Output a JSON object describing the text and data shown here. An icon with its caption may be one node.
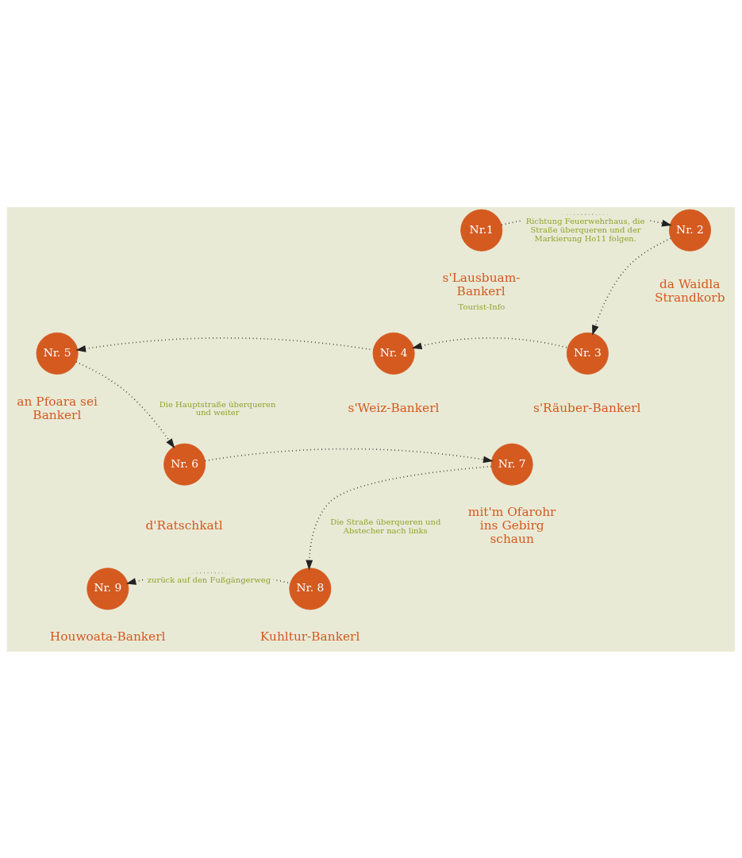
{
  "diagram": {
    "nodes": [
      {
        "text": [
          "Nr.1"
        ],
        "beside": [
          "s'Lausbuam-Bankerl",
          "Tourist-Info"
        ]
      },
      {
        "text": [
          "Nr. 2"
        ],
        "beside": [
          "da Waidla Strandkorb"
        ]
      },
      {
        "text": [
          "Nr. 3"
        ],
        "beside": [
          "s'Räuber-Bankerl"
        ]
      },
      {
        "text": [
          "Nr. 4"
        ],
        "beside": [
          "s'Weiz-Bankerl"
        ]
      },
      {
        "text": [
          "Nr. 5"
        ],
        "beside": [
          "an Pfoara sei Bankerl"
        ]
      },
      {
        "text": [
          "Nr. 6"
        ],
        "beside": [
          "d'Ratschkatl"
        ]
      },
      {
        "text": [
          "Nr. 7"
        ],
        "beside": [
          "mit'm Ofarohr ins Gebirg schaun"
        ]
      },
      {
        "text": [
          "Nr. 8"
        ],
        "beside": [
          "Kuhltur-Bankerl"
        ]
      },
      {
        "text": [
          "Nr. 9"
        ],
        "beside": [
          "Houwoata-Bankerl"
        ]
      }
    ],
    "edges": [
      {
        "from": 0,
        "to": 1,
        "arrow": "to",
        "label": "Richtung Feuerwehrhaus, die Straße überqueren und der Markierung Ho11 folgen."
      },
      {
        "from": 1,
        "to": 2,
        "arrow": "to"
      },
      {
        "from": 2,
        "to": 3,
        "arrow": "to"
      },
      {
        "from": 3,
        "to": 4,
        "arrow": "to"
      },
      {
        "from": 4,
        "to": 5,
        "arrow": "to",
        "label": "Die Hauptstraße überqueren und weiter"
      },
      {
        "from": 5,
        "to": 6,
        "arrow": "to"
      },
      {
        "from": 6,
        "to": 7,
        "arrow": "to",
        "label": "Die Straße überqueren und Abstecher nach links"
      },
      {
        "from": 7,
        "to": 8,
        "arrow": "to",
        "label": "zurück auf den Fußgängerweg"
      }
    ]
  }
}
